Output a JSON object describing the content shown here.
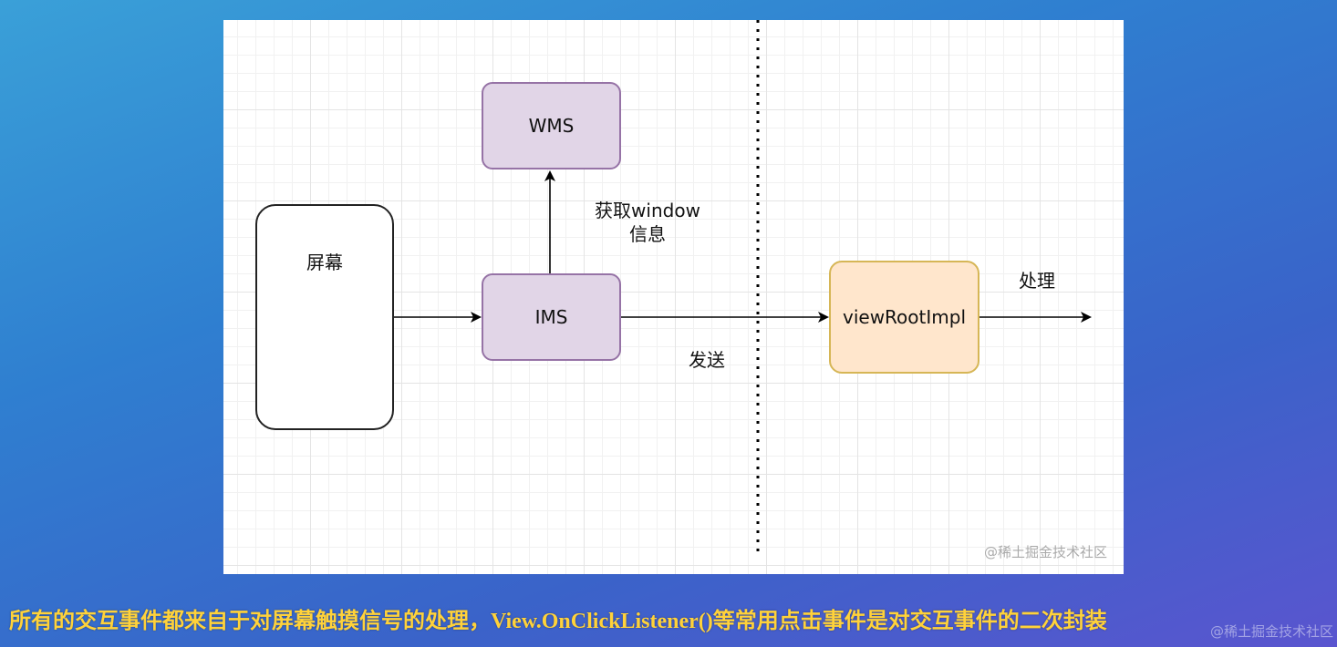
{
  "diagram": {
    "nodes": {
      "screen": "屏幕",
      "wms": "WMS",
      "ims": "IMS",
      "view_root_impl": "viewRootImpl"
    },
    "edge_labels": {
      "get_window_info_line1": "获取window",
      "get_window_info_line2": "信息",
      "send": "发送",
      "handle": "处理"
    },
    "watermark": "@稀土掘金技术社区"
  },
  "caption": "所有的交互事件都来自于对屏幕触摸信号的处理，View.OnClickListener()等常用点击事件是对交互事件的二次封装",
  "corner_mark": "@稀土掘金技术社区",
  "colors": {
    "purple_fill": "#e1d5e7",
    "purple_stroke": "#9673a6",
    "orange_fill": "#ffe6cc",
    "orange_stroke": "#d6b656",
    "caption_text": "#ffd23a"
  }
}
